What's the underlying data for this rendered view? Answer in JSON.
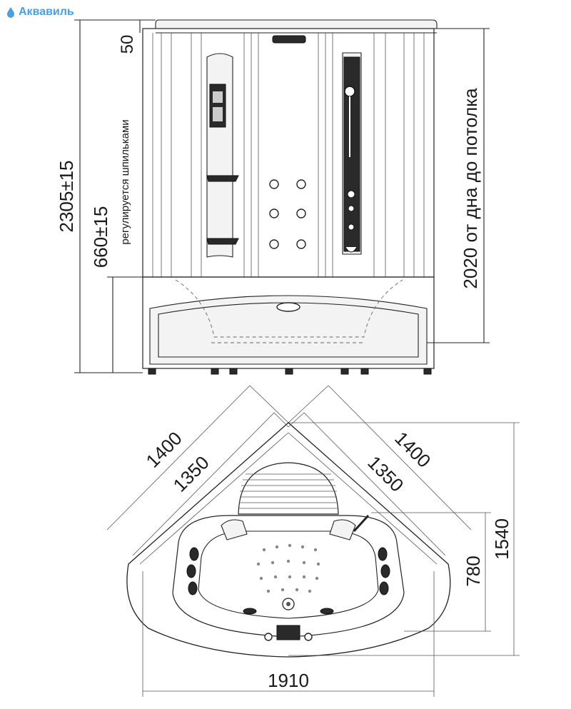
{
  "logo": {
    "text": "Аквавиль",
    "icon": "drop-icon",
    "color": "#4a9fe0"
  },
  "front_view": {
    "height_total": "2305±15",
    "height_adjust": "660±15",
    "height_adjust_note": "регулируется шпильками",
    "top_clearance": "50",
    "height_to_ceiling": "2020 от дна до потолка"
  },
  "top_view": {
    "side_outer_left": "1400",
    "side_inner_left": "1350",
    "side_outer_right": "1400",
    "side_inner_right": "1350",
    "depth_total": "1540",
    "depth_partial": "780",
    "width_total": "1910"
  }
}
